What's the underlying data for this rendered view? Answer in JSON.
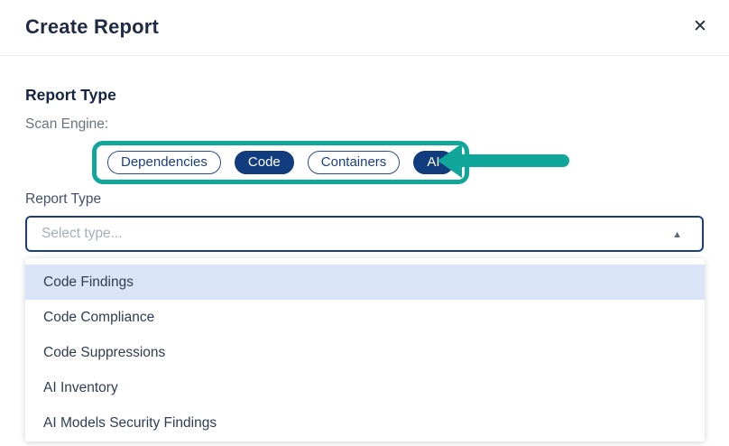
{
  "modal": {
    "title": "Create Report"
  },
  "icons": {
    "close": "✕",
    "caret_up": "▲"
  },
  "section": {
    "heading": "Report Type",
    "scan_engine_label": "Scan Engine:",
    "engines": [
      {
        "label": "Dependencies",
        "selected": false
      },
      {
        "label": "Code",
        "selected": true
      },
      {
        "label": "Containers",
        "selected": false
      },
      {
        "label": "AI",
        "selected": true
      }
    ],
    "report_type_label": "Report Type"
  },
  "select": {
    "placeholder": "Select type..."
  },
  "dropdown": {
    "options": [
      {
        "label": "Code Findings",
        "highlighted": true
      },
      {
        "label": "Code Compliance",
        "highlighted": false
      },
      {
        "label": "Code Suppressions",
        "highlighted": false
      },
      {
        "label": "AI Inventory",
        "highlighted": false
      },
      {
        "label": "AI Models Security Findings",
        "highlighted": false
      }
    ]
  },
  "annotation": {
    "color": "#10A69A",
    "arrow_direction": "left"
  },
  "colors": {
    "navy_fill": "#113C7D",
    "select_border": "#1A3E7D",
    "highlight_bg": "#D9E5F6",
    "teal": "#10A69A"
  }
}
